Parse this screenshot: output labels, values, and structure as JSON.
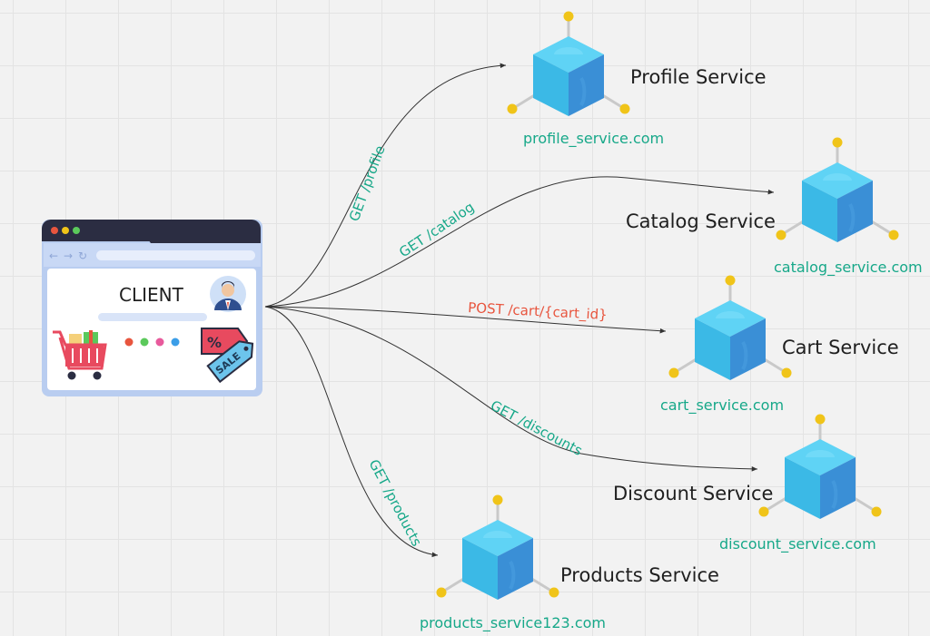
{
  "client": {
    "label": "CLIENT",
    "sale_tag": "SALE",
    "discount_symbol": "%",
    "icons": [
      "browser-window-icon",
      "avatar-icon",
      "shopping-cart-icon",
      "sale-tag-icon"
    ]
  },
  "routes": {
    "profile": {
      "label": "GET /profile",
      "color": "#17a889"
    },
    "catalog": {
      "label": "GET /catalog",
      "color": "#17a889"
    },
    "cart": {
      "label": "POST /cart/{cart_id}",
      "color": "#e8553e"
    },
    "discounts": {
      "label": "GET /discounts",
      "color": "#17a889"
    },
    "products": {
      "label": "GET /products",
      "color": "#17a889"
    }
  },
  "services": {
    "profile": {
      "title": "Profile Service",
      "url": "profile_service.com"
    },
    "catalog": {
      "title": "Catalog Service",
      "url": "catalog_service.com"
    },
    "cart": {
      "title": "Cart Service",
      "url": "cart_service.com"
    },
    "discount": {
      "title": "Discount Service",
      "url": "discount_service.com"
    },
    "products": {
      "title": "Products Service",
      "url": "products_service123.com"
    }
  },
  "colors": {
    "cube_top": "#5fd3f5",
    "cube_left": "#3bb9e6",
    "cube_right": "#3a8fd6",
    "node_dot": "#f0c419",
    "connector": "#333333",
    "get_route": "#17a889",
    "post_route": "#e8553e"
  }
}
